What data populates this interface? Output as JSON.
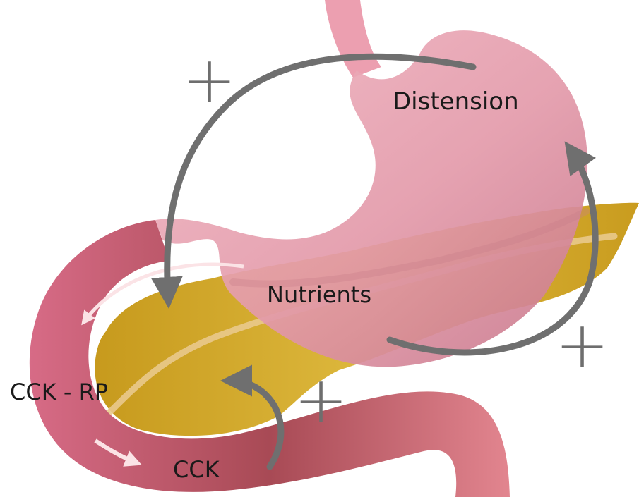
{
  "labels": {
    "distension": "Distension",
    "nutrients": "Nutrients",
    "cck_rp": "CCK - RP",
    "cck": "CCK"
  },
  "signs": {
    "plus_top_left": "+",
    "plus_right": "+",
    "plus_center": "+"
  },
  "colors": {
    "stomach": "#e7a2b0",
    "duodenum": "#c95a77",
    "pancreas": "#d2ad2c",
    "arrow": "#6f6f6f",
    "flow_arrow": "#fbe3e6"
  }
}
